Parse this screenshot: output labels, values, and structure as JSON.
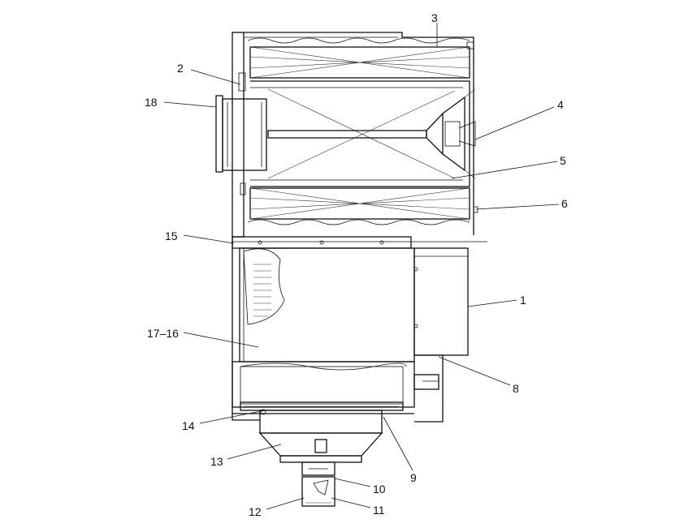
{
  "diagram": {
    "callouts": {
      "c1": "1",
      "c2": "2",
      "c3": "3",
      "c4": "4",
      "c5": "5",
      "c6": "6",
      "c8": "8",
      "c9": "9",
      "c10": "10",
      "c11": "11",
      "c12": "12",
      "c13": "13",
      "c14": "14",
      "c15": "15",
      "c16": "17–16",
      "c18": "18"
    },
    "colors": {
      "ink": "#111111",
      "paper": "#ffffff"
    }
  }
}
